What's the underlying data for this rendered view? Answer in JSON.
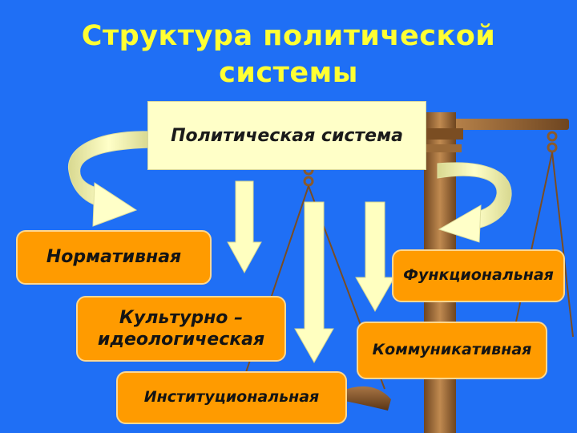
{
  "slide": {
    "title_line1": "Структура политической",
    "title_line2": "системы",
    "center_label": "Политическая система",
    "nodes": {
      "normative": "Нормативная",
      "cultural": "Культурно – идеологическая",
      "institutional": "Институциональная",
      "functional": "Функциональная",
      "communicative": "Коммуникативная"
    }
  },
  "colors": {
    "background": "#1f6ff5",
    "title": "#ffff33",
    "center_box": "#ffffc8",
    "node_fill": "#ff9b00",
    "arrow_fill": "#ffffc0",
    "scales": "#8a5a2b"
  },
  "icons": {
    "background_decor": "balance-scales-icon"
  }
}
